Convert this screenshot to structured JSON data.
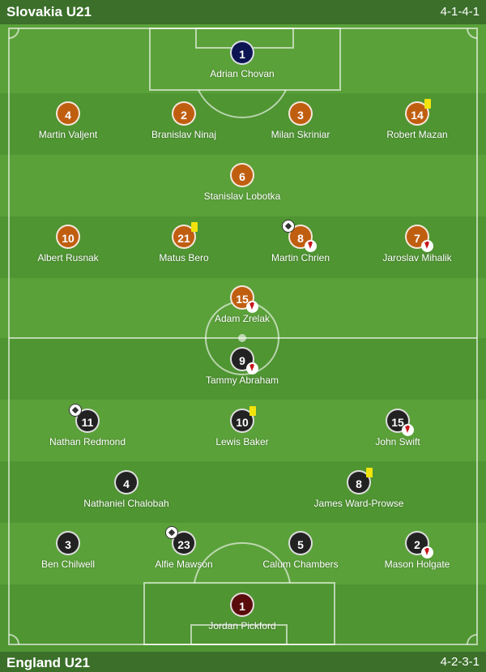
{
  "home": {
    "team_name": "Slovakia U21",
    "formation": "4-1-4-1",
    "players": [
      {
        "number": "1",
        "name": "Adrian Chovan",
        "color": "navy"
      },
      {
        "number": "4",
        "name": "Martin Valjent",
        "color": "orange"
      },
      {
        "number": "2",
        "name": "Branislav Ninaj",
        "color": "orange"
      },
      {
        "number": "3",
        "name": "Milan Skriniar",
        "color": "orange"
      },
      {
        "number": "14",
        "name": "Robert Mazan",
        "color": "orange",
        "yellow_card": true
      },
      {
        "number": "6",
        "name": "Stanislav Lobotka",
        "color": "orange"
      },
      {
        "number": "10",
        "name": "Albert Rusnak",
        "color": "orange"
      },
      {
        "number": "21",
        "name": "Matus Bero",
        "color": "orange",
        "yellow_card": true
      },
      {
        "number": "8",
        "name": "Martin Chrien",
        "color": "orange",
        "goal": true,
        "subbed_off": true
      },
      {
        "number": "7",
        "name": "Jaroslav Mihalik",
        "color": "orange",
        "subbed_off": true
      },
      {
        "number": "15",
        "name": "Adam Zrelak",
        "color": "orange",
        "subbed_off": true
      }
    ]
  },
  "away": {
    "team_name": "England U21",
    "formation": "4-2-3-1",
    "players": [
      {
        "number": "9",
        "name": "Tammy Abraham",
        "color": "black",
        "subbed_off": true
      },
      {
        "number": "11",
        "name": "Nathan Redmond",
        "color": "black",
        "goal": true
      },
      {
        "number": "10",
        "name": "Lewis Baker",
        "color": "black",
        "yellow_card": true
      },
      {
        "number": "15",
        "name": "John Swift",
        "color": "black",
        "subbed_off": true
      },
      {
        "number": "4",
        "name": "Nathaniel Chalobah",
        "color": "black"
      },
      {
        "number": "8",
        "name": "James Ward-Prowse",
        "color": "black",
        "yellow_card": true
      },
      {
        "number": "3",
        "name": "Ben Chilwell",
        "color": "black"
      },
      {
        "number": "23",
        "name": "Alfie Mawson",
        "color": "black",
        "goal": true
      },
      {
        "number": "5",
        "name": "Calum Chambers",
        "color": "black"
      },
      {
        "number": "2",
        "name": "Mason Holgate",
        "color": "black",
        "subbed_off": true
      },
      {
        "number": "1",
        "name": "Jordan Pickford",
        "color": "maroon"
      }
    ]
  },
  "colors": {
    "home_kit": "#c05e10",
    "away_kit": "#222222",
    "home_gk": "#0c1552",
    "away_gk": "#5a0c0c",
    "pitch_light": "#5aa139",
    "pitch_dark": "#4f9532",
    "yellow_card": "#f2e30d",
    "sub_arrow": "#c8171c"
  }
}
